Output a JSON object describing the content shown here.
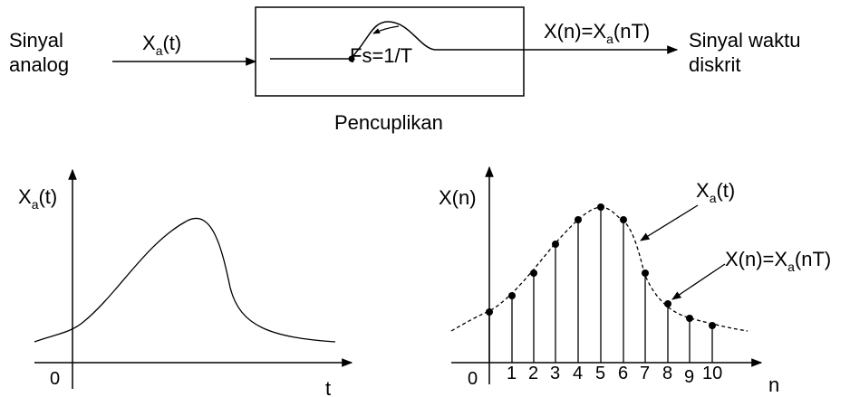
{
  "input": {
    "label_line1": "Sinyal",
    "label_line2": "analog",
    "signal_main": "X",
    "signal_sub": "a",
    "signal_tail": "(t)"
  },
  "sampler": {
    "freq_label": "Fs=1/T",
    "caption": "Pencuplikan"
  },
  "output": {
    "signal_pre": "X(n)=X",
    "signal_sub": "a",
    "signal_tail": "(nT)",
    "label_line1": "Sinyal waktu",
    "label_line2": "diskrit"
  },
  "left_plot": {
    "ylabel_main": "X",
    "ylabel_sub": "a",
    "ylabel_tail": "(t)",
    "origin_label": "0",
    "xlabel": "t"
  },
  "right_plot": {
    "ylabel": "X(n)",
    "xlabel": "n",
    "n_ticks": [
      "0",
      "1",
      "2",
      "3",
      "4",
      "5",
      "6",
      "7",
      "8",
      "9",
      "10"
    ],
    "annot_curve_main": "X",
    "annot_curve_sub": "a",
    "annot_curve_tail": "(t)",
    "annot_samples_pre": "X(n)=X",
    "annot_samples_sub": "a",
    "annot_samples_tail": "(nT)"
  },
  "colors": {
    "stroke": "#000000",
    "background": "#ffffff"
  }
}
